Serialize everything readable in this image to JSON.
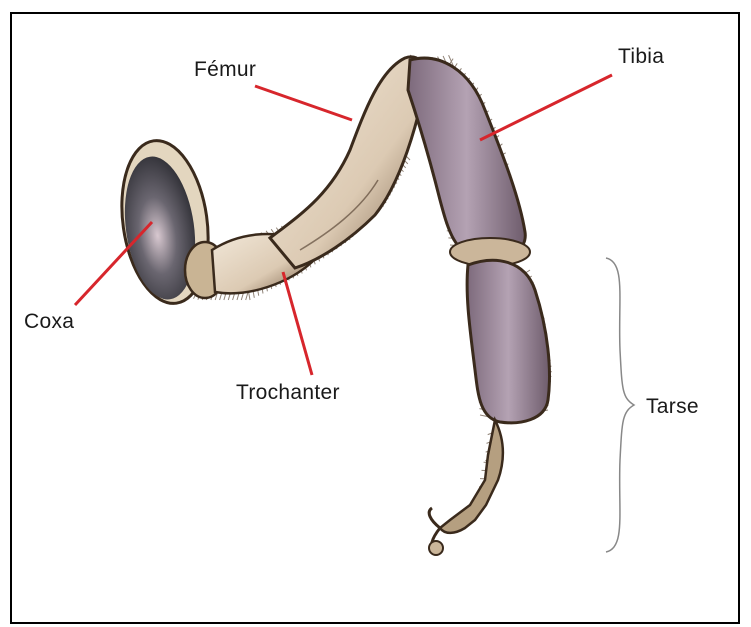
{
  "labels": {
    "femur": "Fémur",
    "tibia": "Tibia",
    "coxa": "Coxa",
    "trochanter": "Trochanter",
    "tarse": "Tarse"
  },
  "colors": {
    "leader_line": "#d7262c",
    "outline": "#3a2a1c",
    "coxa_dark": "#4a4a52",
    "segment_light": "#e8dccb",
    "tibia_purple": "#9d8a9c",
    "bracket": "#888888"
  }
}
